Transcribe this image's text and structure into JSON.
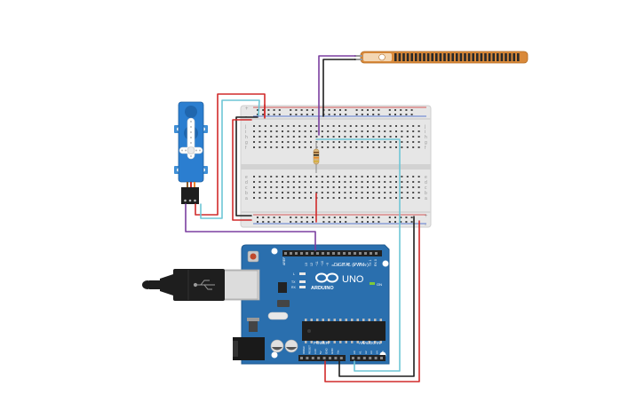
{
  "arduino": {
    "brand": "ARDUINO",
    "model": "UNO",
    "on_label": "ON",
    "digital_label": "DIGITAL (PWM~)",
    "aref_label": "AREF",
    "power_label": "POWER",
    "analog_label": "ANALOG IN",
    "digital_pins": [
      "13",
      "12",
      "~11",
      "~10",
      "~9",
      "8",
      "7",
      "~6",
      "~5",
      "4",
      "~3",
      "2",
      "TX 1",
      "RX 0"
    ],
    "power_pins": [
      "IOREF",
      "RESET",
      "3.3V",
      "5V",
      "GND",
      "GND",
      "Vin"
    ],
    "analog_pins": [
      "A0",
      "A1",
      "A2",
      "A3",
      "A4",
      "A5"
    ],
    "led_labels": [
      "L",
      "TX",
      "RX"
    ]
  },
  "breadboard": {
    "rail_signs": [
      "+",
      "-"
    ],
    "row_letters_top": [
      "j",
      "i",
      "h",
      "g",
      "f"
    ],
    "row_letters_bottom": [
      "e",
      "d",
      "c",
      "b",
      "a"
    ]
  },
  "wire_colors": {
    "red": "#d12b2b",
    "black": "#1e1e1e",
    "purple": "#7b3fa0",
    "cyan": "#6ec6d6"
  },
  "components": {
    "servo": "servo-motor",
    "flex_sensor": "flex-sensor",
    "resistor": "resistor",
    "usb": "usb-cable"
  }
}
